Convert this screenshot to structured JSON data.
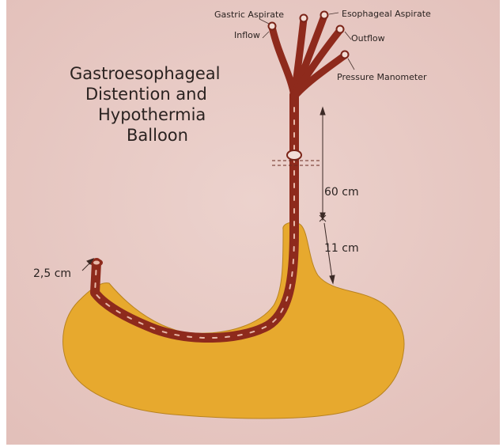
{
  "title_lines": [
    "Gastroesophageal",
    "Distention and",
    "Hypothermia",
    "Balloon"
  ],
  "labels": {
    "gastric_aspirate": "Gastric Aspirate",
    "esophageal_aspirate": "Esophageal Aspirate",
    "inflow": "Inflow",
    "outflow": "Outflow",
    "pressure_manometer": "Pressure Manometer"
  },
  "dimensions": {
    "tube_length": "60 cm",
    "esophageal_length": "11 cm",
    "tip_width": "2,5 cm"
  },
  "colors": {
    "background": "#e9cbc6",
    "balloon": "#e7a92e",
    "tube": "#8e2a1c",
    "text": "#2b2321"
  }
}
